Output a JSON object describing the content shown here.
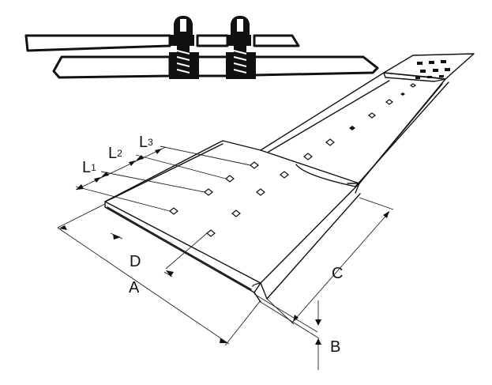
{
  "diagram": {
    "labels": {
      "L1_main": "L",
      "L1_sub": "1",
      "L2_main": "L",
      "L2_sub": "2",
      "L3_main": "L",
      "L3_sub": "3",
      "D": "D",
      "A": "A",
      "C": "C",
      "B": "B"
    }
  }
}
